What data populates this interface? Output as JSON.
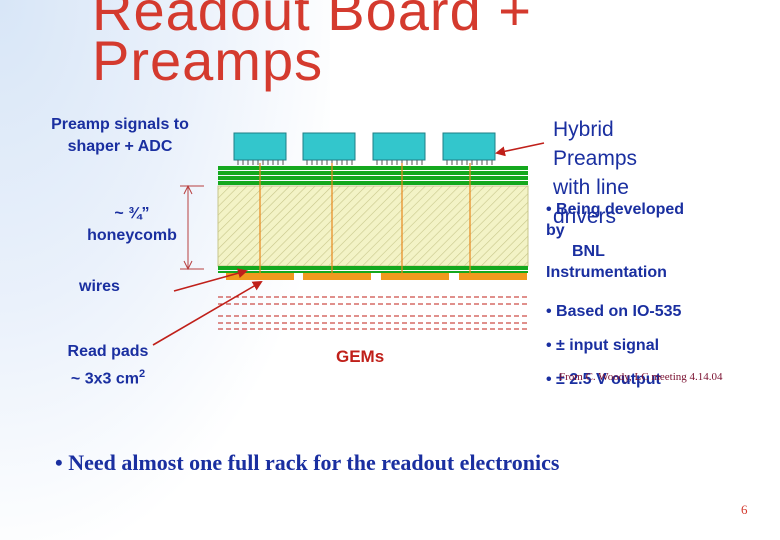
{
  "title": {
    "line1": "Readout Board +",
    "line2": "Preamps"
  },
  "labels": {
    "preamp_signals_line1": "Preamp signals to",
    "preamp_signals_line2": "shaper + ADC",
    "honeycomb_line1": "~ ¾”",
    "honeycomb_line2": "honeycomb",
    "wires": "wires",
    "read_pads_line1": "Read pads",
    "read_pads_line2": "~ 3x3 cm",
    "read_pads_sup": "2",
    "gems": "GEMs"
  },
  "hybrid": {
    "line1": "Hybrid",
    "line2": "Preamps",
    "line3": "with line",
    "line4": "drivers"
  },
  "bullets": {
    "b1_line1": "• Being developed",
    "b1_line2": "by",
    "b1_line3": "BNL",
    "b1_line4": "Instrumentation",
    "b2": "• Based on IO-535",
    "b3": "• ± input signal",
    "b4": "• ± 2.5 V output"
  },
  "credit": "From C. Woody, LC meeting 4.14.04",
  "footer_bullet": "•  Need  almost one full rack for the readout electronics",
  "page_number": "6",
  "colors": {
    "title": "#d43a2e",
    "text_blue": "#1a2fa0",
    "chip_teal": "#33c6cc",
    "board_green": "#14a81e",
    "honeycomb_fill": "#f3f3c6",
    "pads_orange": "#f09a1e",
    "arrow_red": "#c0201a"
  }
}
